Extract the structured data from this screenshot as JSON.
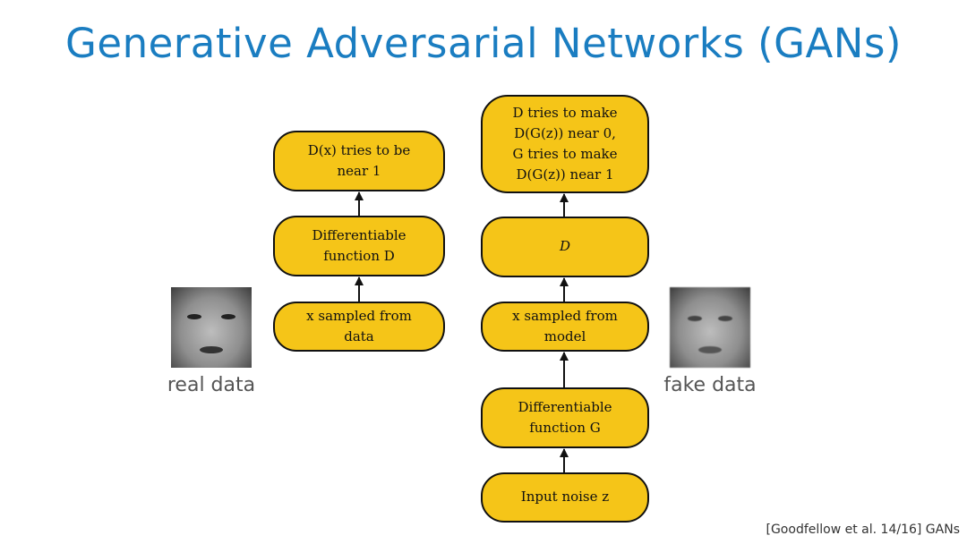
{
  "slide": {
    "title": "Generative Adversarial Networks (GANs)",
    "citation": "[Goodfellow et al. 14/16] GANs"
  },
  "left_column": {
    "nodes": [
      {
        "text": "D(x) tries to be\nnear 1"
      },
      {
        "text": "Differentiable\nfunction D"
      },
      {
        "text": "x sampled from\ndata"
      }
    ]
  },
  "right_column": {
    "nodes": [
      {
        "text": "D tries to make\nD(G(z)) near 0,\nG tries to make\nD(G(z)) near 1"
      },
      {
        "text": "D"
      },
      {
        "text": "x sampled from\nmodel"
      },
      {
        "text": "Differentiable\nfunction G"
      },
      {
        "text": "Input noise z"
      }
    ]
  },
  "images": {
    "real_label": "real data",
    "fake_label": "fake data"
  },
  "colors": {
    "node_fill": "#f5c518",
    "title": "#1a7dc1"
  }
}
